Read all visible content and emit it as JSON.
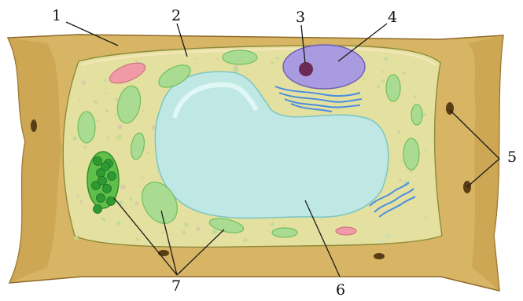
{
  "colors": {
    "wall": "#d8b565",
    "wall_dark": "#a9823a",
    "wall_light": "#e9cf8a",
    "cytoplasm": "#e4e0a0",
    "vacuole": "#bfe8e4",
    "vacuole_edge": "#7fc7c3",
    "nucleus": "#a99be0",
    "nucleolus": "#6b2a55",
    "chloroplast": "#a9dc92",
    "chloroplast_edge": "#6fbf5c",
    "mitochondrion": "#ef9aa6",
    "er": "#4a8ee0"
  },
  "labels": [
    "1",
    "2",
    "3",
    "4",
    "5",
    "6",
    "7"
  ]
}
